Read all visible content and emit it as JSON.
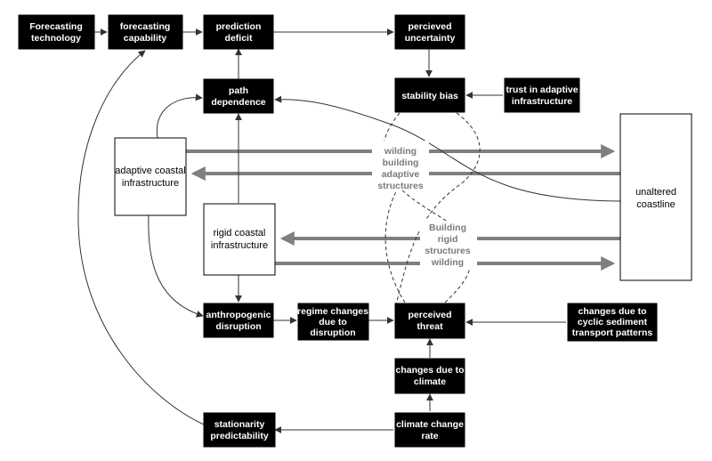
{
  "nodes": {
    "forecasting_technology": [
      "Forecasting",
      "technology"
    ],
    "forecasting_capability": [
      "forecasting",
      "capability"
    ],
    "prediction_deficit": [
      "prediction",
      "deficit"
    ],
    "perceived_uncertainty": [
      "percieved",
      "uncertainty"
    ],
    "path_dependence": [
      "path",
      "dependence"
    ],
    "stability_bias": [
      "stability bias"
    ],
    "trust_adaptive": [
      "trust in adaptive",
      "infrastructure"
    ],
    "adaptive_coastal": [
      "adaptive coastal",
      "infrastructure"
    ],
    "rigid_coastal": [
      "rigid coastal",
      "infrastructure"
    ],
    "unaltered_coastline": [
      "unaltered",
      "coastline"
    ],
    "anthropogenic_disruption": [
      "anthropogenic",
      "disruption"
    ],
    "regime_changes": [
      "regime changes",
      "due to",
      "disruption"
    ],
    "perceived_threat": [
      "perceived",
      "threat"
    ],
    "cyclic_changes": [
      "changes due to",
      "cyclic sediment",
      "transport patterns"
    ],
    "climate_changes": [
      "changes due to",
      "climate"
    ],
    "stationarity": [
      "stationarity",
      "predictability"
    ],
    "climate_rate": [
      "climate change",
      "rate"
    ]
  },
  "flows": {
    "upper": [
      "wilding",
      "building",
      "adaptive",
      "structures"
    ],
    "lower": [
      "Building",
      "rigid",
      "structures",
      "wilding"
    ]
  },
  "colors": {
    "dark_node_fill": "#000000",
    "dark_node_text": "#ffffff",
    "flow_arrow": "#7f7f7f",
    "flow_label": "#7a7a7a"
  }
}
